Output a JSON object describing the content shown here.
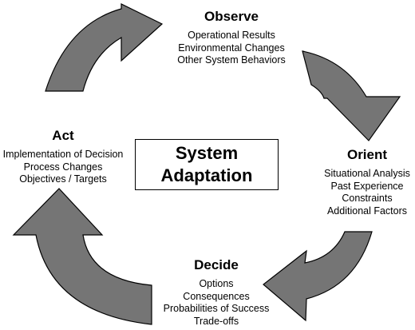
{
  "center": {
    "line1": "System",
    "line2": "Adaptation"
  },
  "stages": [
    {
      "id": "observe",
      "title": "Observe",
      "items": [
        "Operational Results",
        "Environmental Changes",
        "Other System Behaviors"
      ]
    },
    {
      "id": "orient",
      "title": "Orient",
      "items": [
        "Situational Analysis",
        "Past Experience",
        "Constraints",
        "Additional Factors"
      ]
    },
    {
      "id": "decide",
      "title": "Decide",
      "items": [
        "Options",
        "Consequences",
        "Probabilities of Success",
        "Trade-offs"
      ]
    },
    {
      "id": "act",
      "title": "Act",
      "items": [
        "Implementation of Decision",
        "Process Changes",
        "Objectives / Targets"
      ]
    }
  ],
  "colors": {
    "arrow_fill": "#757575",
    "arrow_stroke": "#000000"
  }
}
